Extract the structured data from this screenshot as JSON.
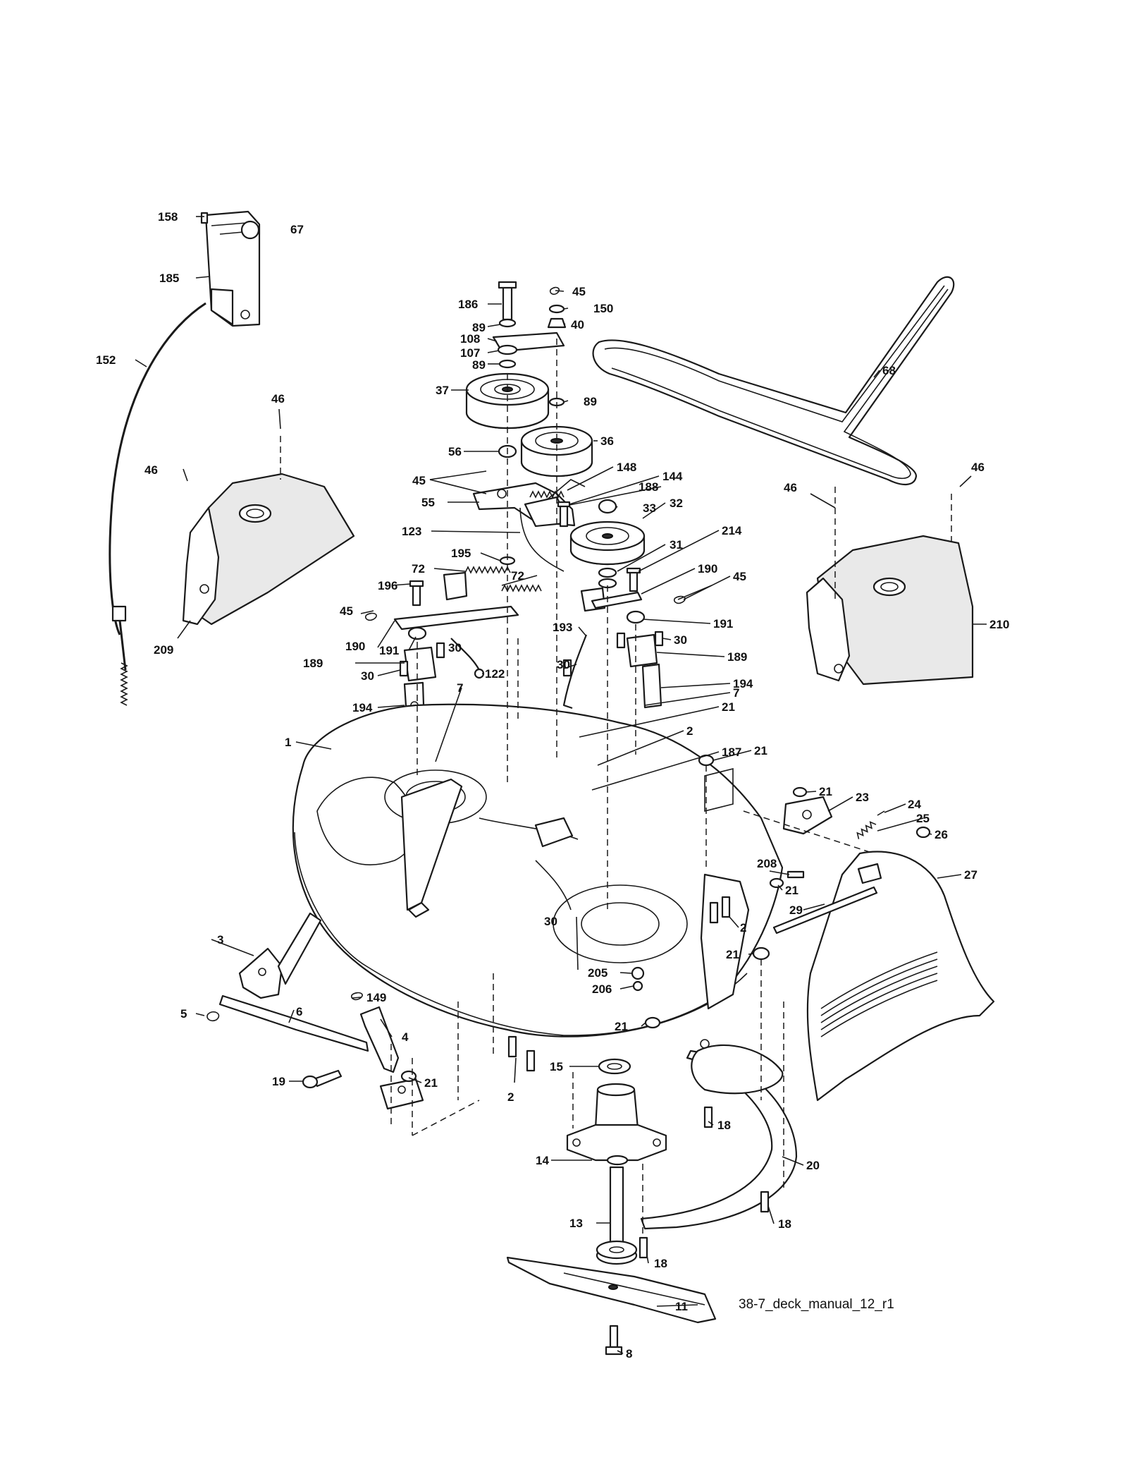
{
  "diagram": {
    "caption": "38-7_deck_manual_12_r1",
    "callouts": [
      "67",
      "158",
      "185",
      "152",
      "46",
      "209",
      "186",
      "45",
      "150",
      "89",
      "40",
      "108",
      "107",
      "37",
      "56",
      "36",
      "148",
      "144",
      "55",
      "123",
      "188",
      "33",
      "32",
      "31",
      "214",
      "195",
      "72",
      "190",
      "196",
      "191",
      "193",
      "30",
      "189",
      "122",
      "194",
      "7",
      "1",
      "187",
      "2",
      "21",
      "23",
      "24",
      "25",
      "26",
      "27",
      "208",
      "29",
      "210",
      "68",
      "3",
      "5",
      "6",
      "149",
      "4",
      "19",
      "205",
      "206",
      "15",
      "14",
      "13",
      "11",
      "8",
      "18",
      "20"
    ]
  }
}
